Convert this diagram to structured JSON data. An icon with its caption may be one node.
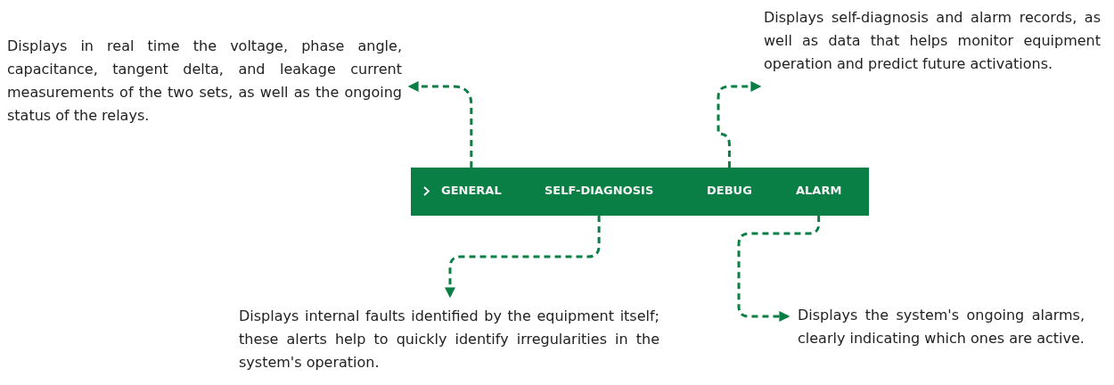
{
  "diagram": {
    "nodes": [
      {
        "text": [
          "Displays in real time the voltage, phase angle, capacitance, tangent delta, and leakage current measurements of the two sets, as well as the ongoing status of the relays."
        ]
      },
      {
        "text": [
          "Displays self-diagnosis and alarm records, as well as data that helps monitor equipment operation and predict future activations."
        ]
      },
      {
        "text": [],
        "shape": "bar"
      },
      {
        "text": [
          "GENERAL"
        ],
        "in": 2
      },
      {
        "text": [
          "SELF-DIAGNOSIS"
        ],
        "in": 2
      },
      {
        "text": [
          "DEBUG"
        ],
        "in": 2
      },
      {
        "text": [
          "ALARM"
        ],
        "in": 2
      },
      {
        "text": [
          "Displays internal faults identified by the equipment itself; these alerts help to quickly identify irregularities in the system's operation."
        ]
      },
      {
        "text": [
          "Displays the system's ongoing alarms, clearly indicating which ones are active."
        ]
      }
    ],
    "edges": [
      {
        "from": 3,
        "to": 0,
        "arrow": "to",
        "style": "dashed"
      },
      {
        "from": 5,
        "to": 1,
        "arrow": "to",
        "style": "dashed"
      },
      {
        "from": 4,
        "to": 7,
        "arrow": "to",
        "style": "dashed"
      },
      {
        "from": 6,
        "to": 8,
        "arrow": "to",
        "style": "dashed"
      }
    ]
  }
}
